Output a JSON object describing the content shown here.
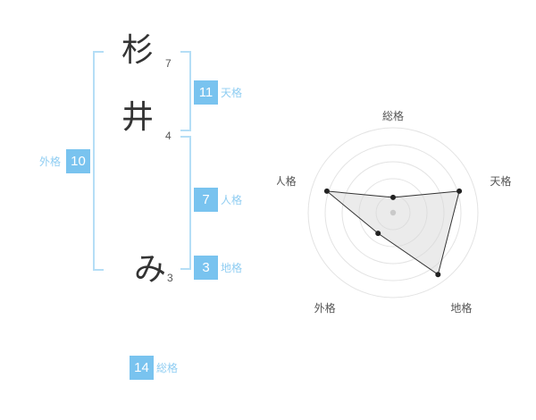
{
  "name_analysis": {
    "characters": [
      {
        "char": "杉",
        "strokes": "7"
      },
      {
        "char": "井",
        "strokes": "4"
      },
      {
        "char": "み",
        "strokes": "3"
      }
    ],
    "kaku": {
      "tenkaku": {
        "label": "天格",
        "value": "11"
      },
      "jinkaku": {
        "label": "人格",
        "value": "7"
      },
      "chikaku": {
        "label": "地格",
        "value": "3"
      },
      "gaikaku": {
        "label": "外格",
        "value": "10"
      },
      "soukaku": {
        "label": "総格",
        "value": "14"
      }
    },
    "colors": {
      "badge_blue": "#79c3ef",
      "label_blue": "#8fcdf2",
      "bracket_blue": "#b5def6"
    }
  },
  "chart_data": {
    "type": "radar",
    "title": "",
    "axes": [
      "総格",
      "天格",
      "地格",
      "外格",
      "人格"
    ],
    "values_normalized": [
      0.18,
      0.82,
      0.9,
      0.3,
      0.82
    ],
    "value_range": [
      0,
      1
    ],
    "rings": 5,
    "legend": "none",
    "grid_color": "#e3e3e3",
    "fill_color": "#d7d7d7",
    "fill_opacity": 0.5,
    "line_color": "#333333",
    "dot_color": "#222222",
    "center_dot_color": "#c9c9c9",
    "label_color": "#555555"
  }
}
